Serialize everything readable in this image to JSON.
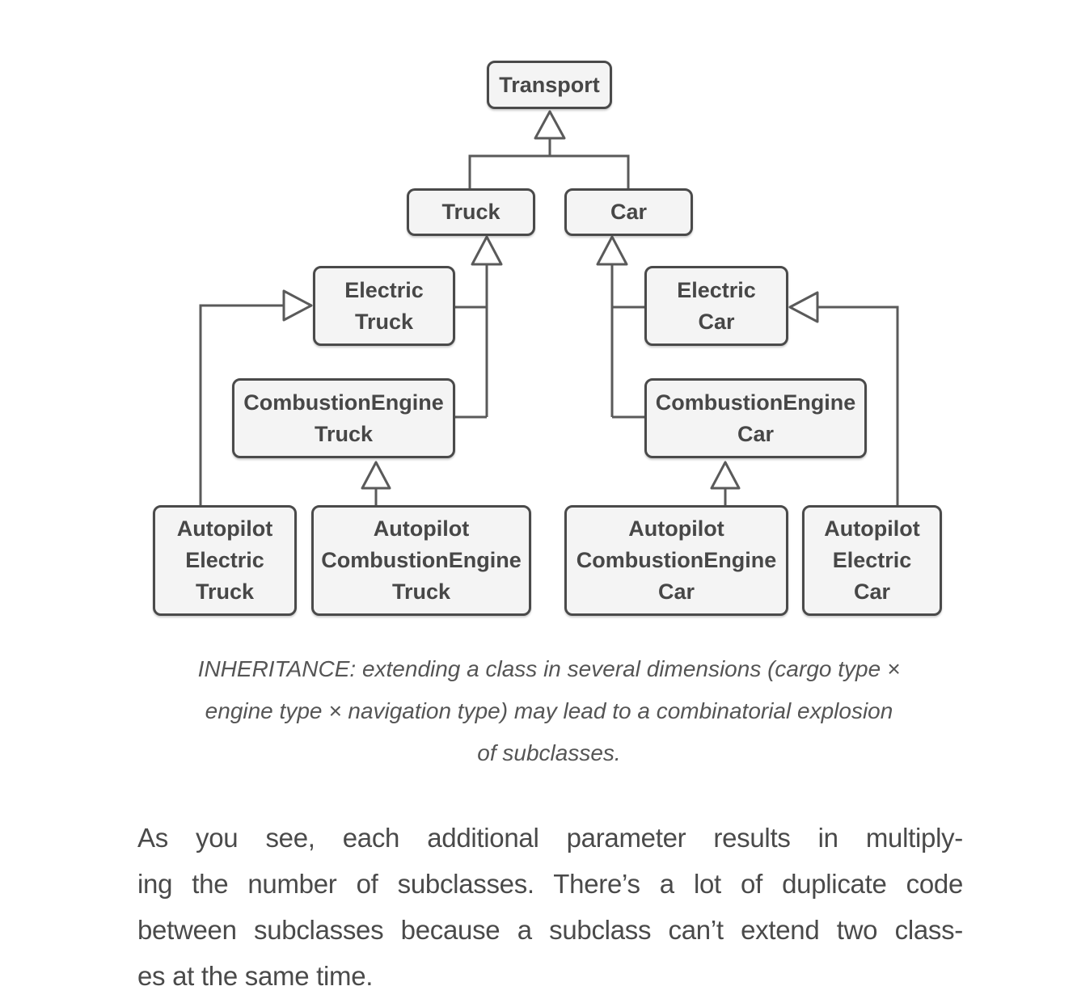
{
  "diagram": {
    "type": "uml-class-hierarchy",
    "arrow_icon": "hollow-triangle-inheritance-arrow",
    "colors": {
      "box_fill": "#f4f4f4",
      "box_border": "#4a4a4a",
      "box_text": "#474747",
      "connector": "#5a5a5a"
    },
    "classes": {
      "transport": {
        "label": "Transport"
      },
      "truck": {
        "label": "Truck"
      },
      "car": {
        "label": "Car"
      },
      "electric_truck": {
        "label": "Electric\nTruck"
      },
      "combustion_engine_truck": {
        "label": "CombustionEngine\nTruck"
      },
      "electric_car": {
        "label": "Electric\nCar"
      },
      "combustion_engine_car": {
        "label": "CombustionEngine\nCar"
      },
      "autopilot_electric_truck": {
        "label": "Autopilot\nElectric\nTruck"
      },
      "autopilot_combustion_engine_truck": {
        "label": "Autopilot\nCombustionEngine\nTruck"
      },
      "autopilot_combustion_engine_car": {
        "label": "Autopilot\nCombustionEngine\nCar"
      },
      "autopilot_electric_car": {
        "label": "Autopilot\nElectric\nCar"
      }
    }
  },
  "caption": {
    "text": "INHERITANCE: extending a class in several dimensions (cargo type ×\nengine type × navigation type) may lead to a combinatorial explosion\nof subclasses."
  },
  "paragraph": {
    "lines": [
      "As you see, each additional parameter results in multiply-",
      "ing the number of subclasses. There’s a lot of duplicate code",
      "between subclasses because a subclass can’t extend two class-",
      "es at the same time."
    ]
  }
}
